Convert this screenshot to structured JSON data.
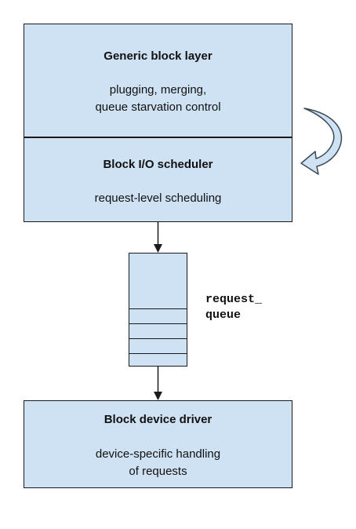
{
  "generic_block_layer": {
    "title": "Generic block layer",
    "desc_line1": "plugging, merging,",
    "desc_line2": "queue starvation control"
  },
  "io_scheduler": {
    "title": "Block I/O scheduler",
    "desc": "request-level scheduling"
  },
  "request_queue": {
    "label_line1": "request_",
    "label_line2": "queue"
  },
  "device_driver": {
    "title": "Block device driver",
    "desc_line1": "device-specific handling",
    "desc_line2": "of requests"
  },
  "colors": {
    "box_fill": "#cfe2f3",
    "border": "#1a1a1a"
  }
}
